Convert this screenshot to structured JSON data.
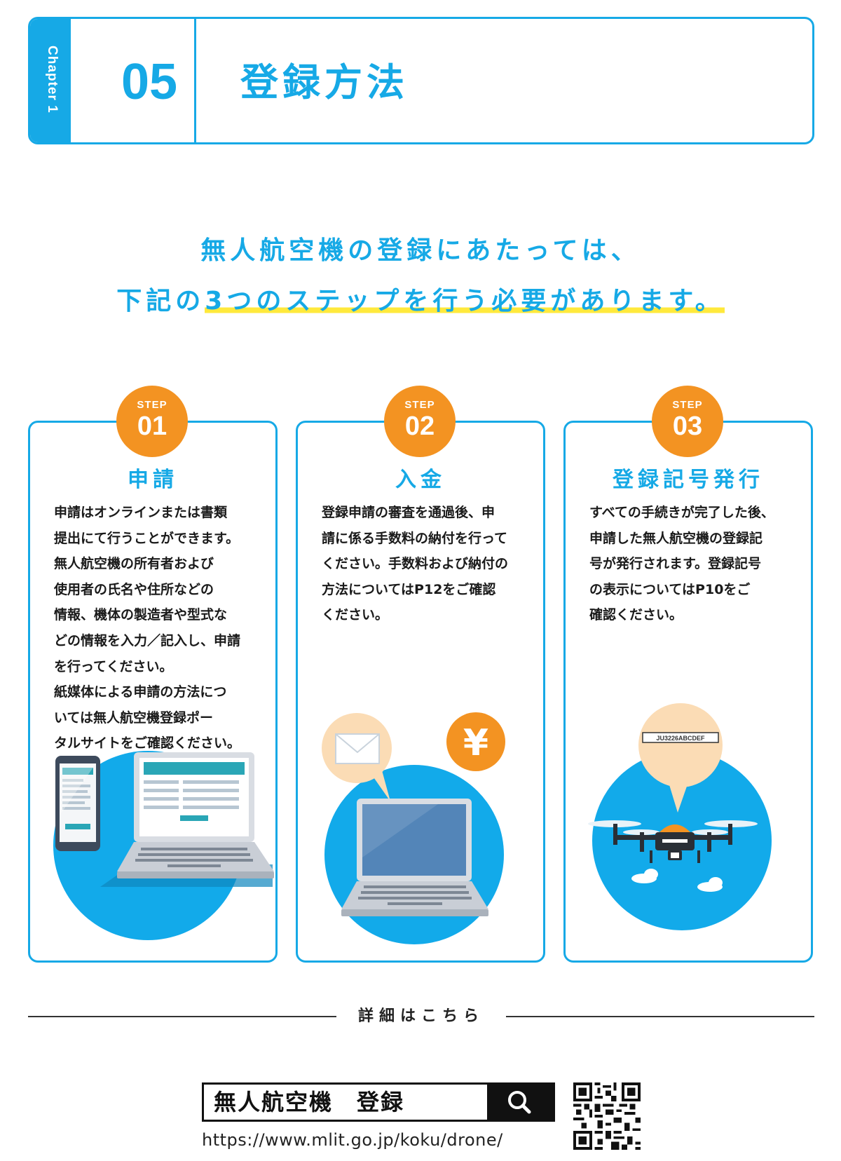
{
  "header": {
    "chapter_label": "Chapter 1",
    "chapter_number": "05",
    "title": "登録方法"
  },
  "intro": {
    "line1": "無人航空機の登録にあたっては、",
    "line2_prefix": "下記の",
    "line2_highlight": "3つのステップを行う必要があります。"
  },
  "steps": [
    {
      "badge_word": "STEP",
      "badge_number": "01",
      "title": "申請",
      "lines": [
        "申請はオンラインまたは書類",
        "提出にて行うことができます。",
        "無人航空機の所有者および",
        "使用者の氏名や住所などの",
        "情報、機体の製造者や型式な",
        "どの情報を入力／記入し、申請",
        "を行ってください。",
        "紙媒体による申請の方法につ",
        "いては無人航空機登録ポー",
        "タルサイトをご確認ください。"
      ]
    },
    {
      "badge_word": "STEP",
      "badge_number": "02",
      "title": "入金",
      "lines": [
        "登録申請の審査を通過後、申",
        "請に係る手数料の納付を行って",
        "ください。手数料および納付の",
        "方法についてはP12をご確認",
        "ください。"
      ],
      "currency_symbol": "¥"
    },
    {
      "badge_word": "STEP",
      "badge_number": "03",
      "title": "登録記号発行",
      "lines": [
        "すべての手続きが完了した後、",
        "申請した無人航空機の登録記",
        "号が発行されます。登録記号",
        "の表示についてはP10をご",
        "確認ください。"
      ],
      "registration_code": "JU3226ABCDEF"
    }
  ],
  "footer": {
    "detail_label": "詳細はこちら",
    "search_text": "無人航空機　登録",
    "search_icon": "search-icon",
    "url": "https://www.mlit.go.jp/koku/drone/"
  },
  "colors": {
    "brand_blue": "#16a9e6",
    "step_orange": "#f39322",
    "highlight_yellow": "#ffe93c"
  }
}
